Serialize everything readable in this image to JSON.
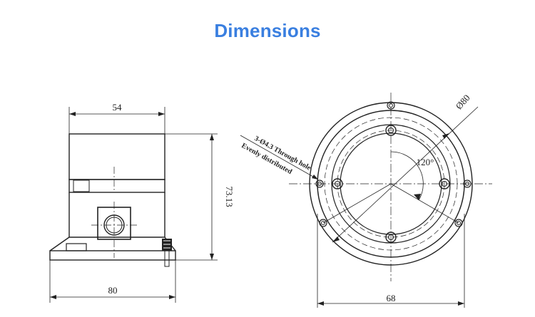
{
  "title": "Dimensions",
  "side_view": {
    "width_top": "54",
    "width_base": "80",
    "height": "73.13"
  },
  "top_view": {
    "bolt_circle": "Ø80",
    "angle": "120°",
    "diameter": "68",
    "note_line1": "3-Ø4.3 Through hole",
    "note_line2": "Evenly distributed"
  },
  "colors": {
    "title": "#3a7fe0",
    "line": "#222222"
  }
}
